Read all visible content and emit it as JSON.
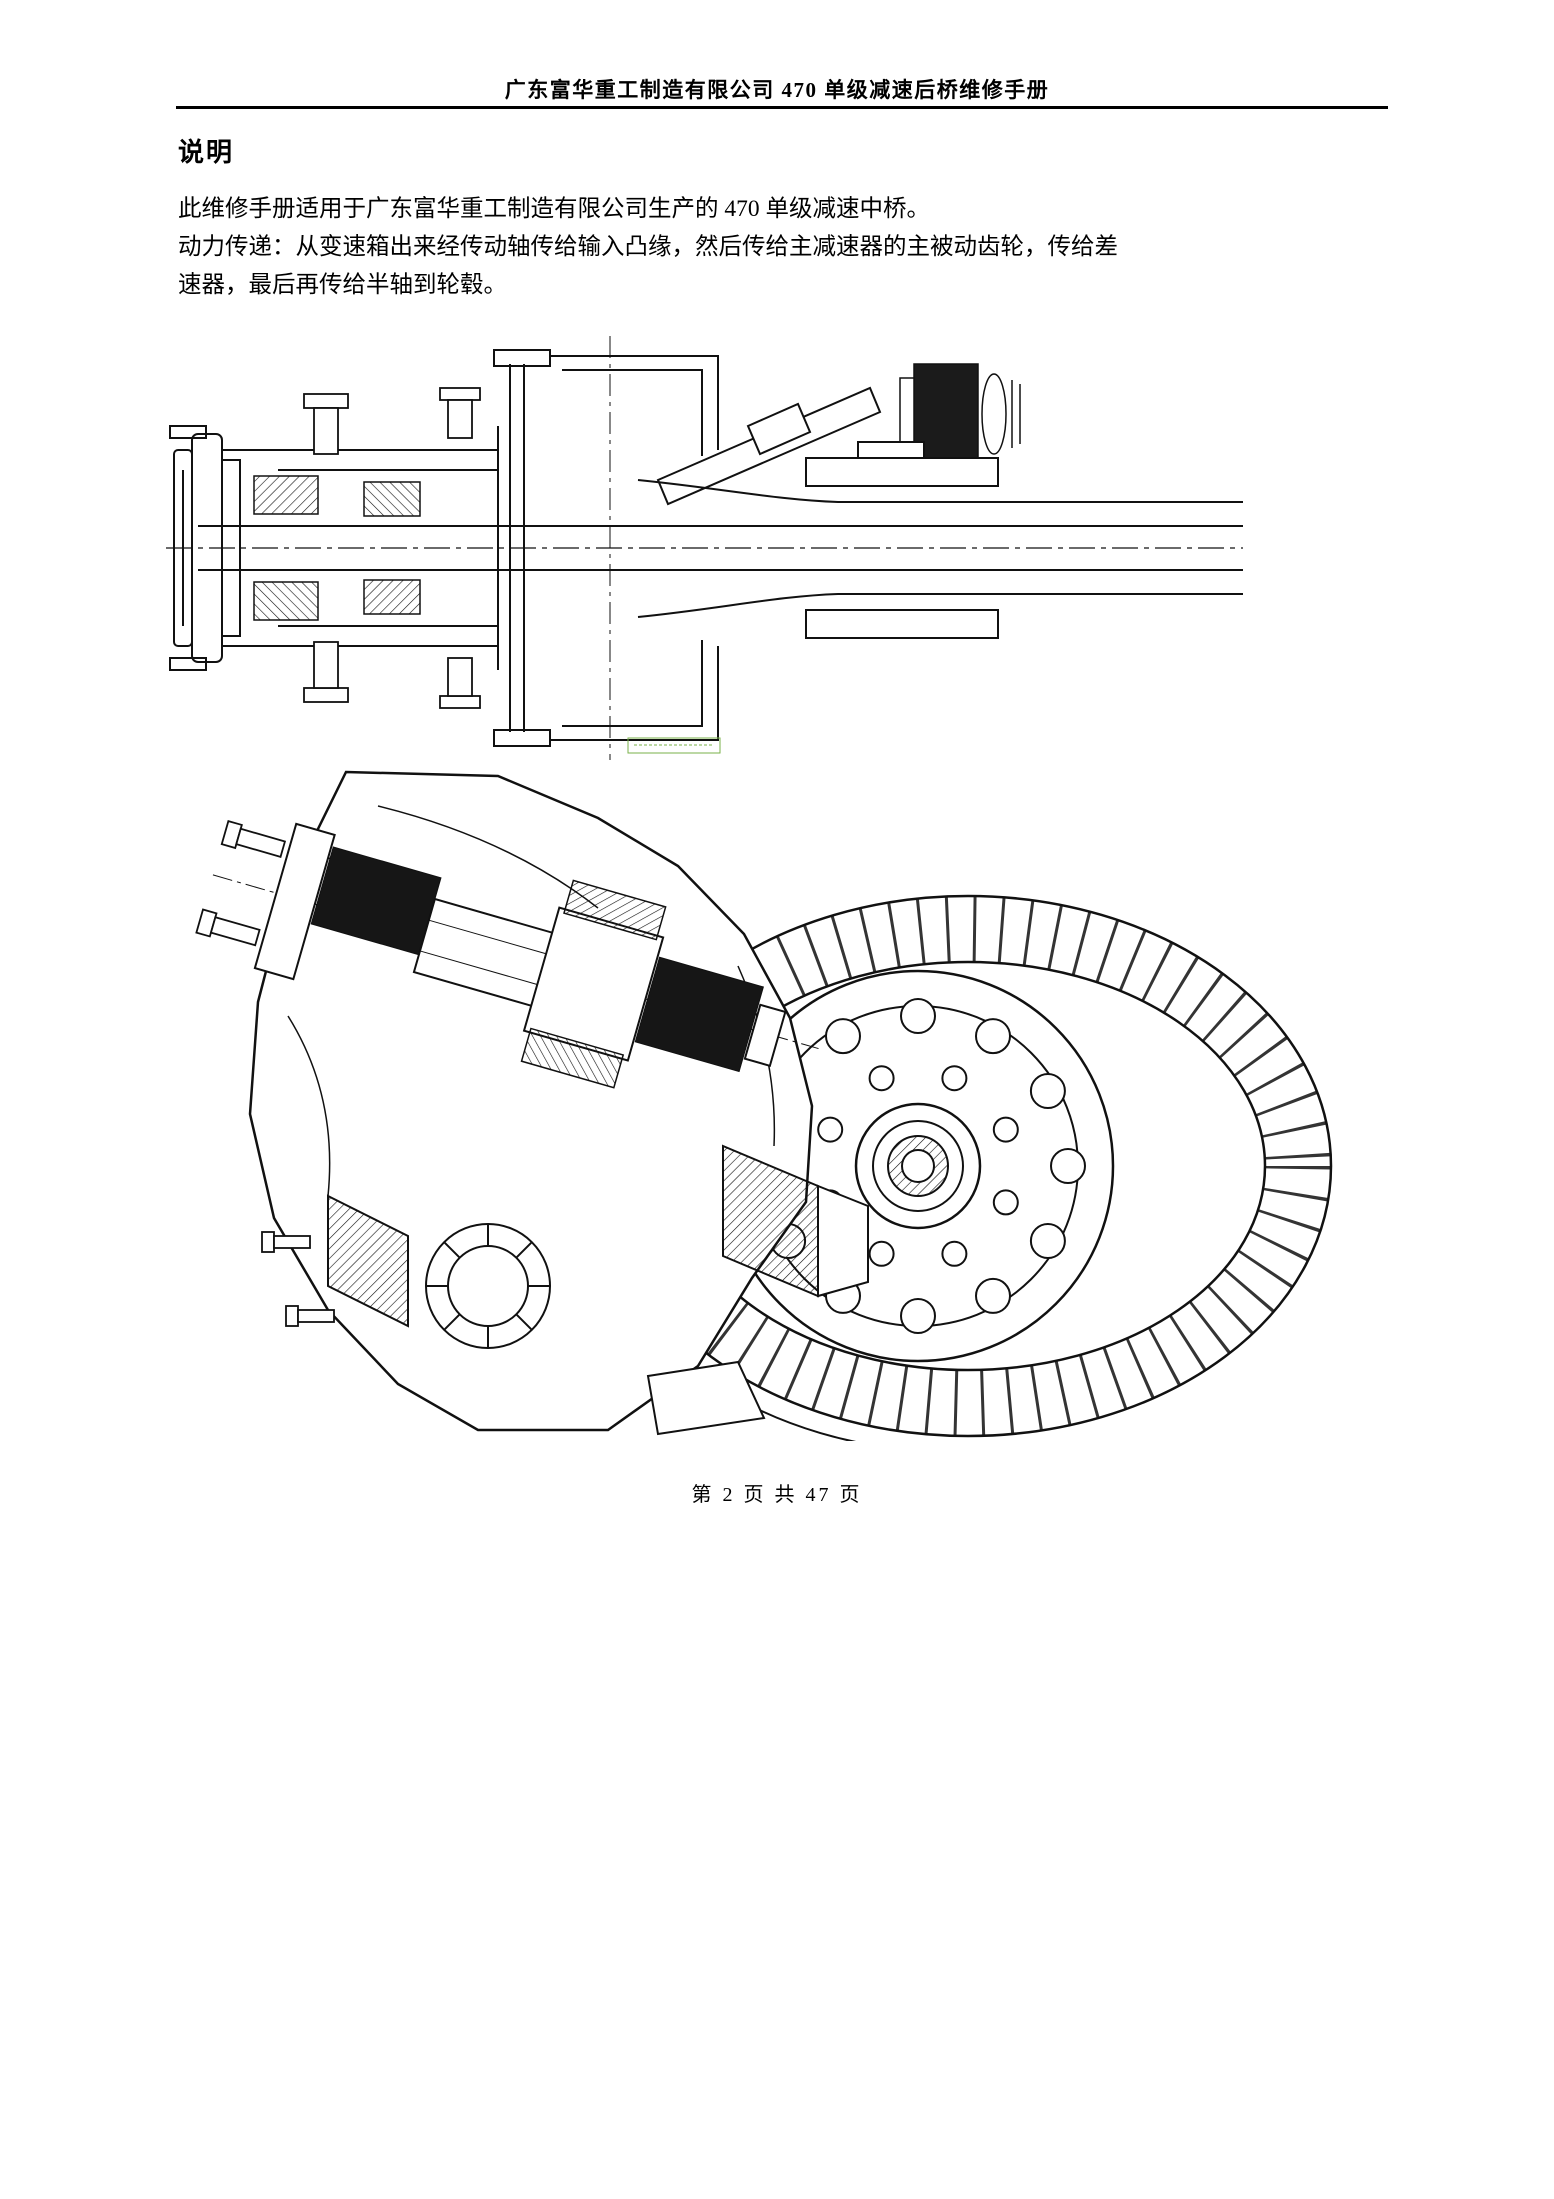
{
  "header": {
    "title": "广东富华重工制造有限公司 470 单级减速后桥维修手册"
  },
  "content": {
    "heading": "说明",
    "paragraph1": "此维修手册适用于广东富华重工制造有限公司生产的 470 单级减速中桥。",
    "paragraph2": "动力传递：从变速箱出来经传动轴传给输入凸缘，然后传给主减速器的主被动齿轮，传给差速器，最后再传给半轴到轮毂。"
  },
  "footer": {
    "page_info": "第 2 页 共 47 页"
  },
  "colors": {
    "stamp_green": "#79b24a",
    "line_black": "#111111"
  }
}
